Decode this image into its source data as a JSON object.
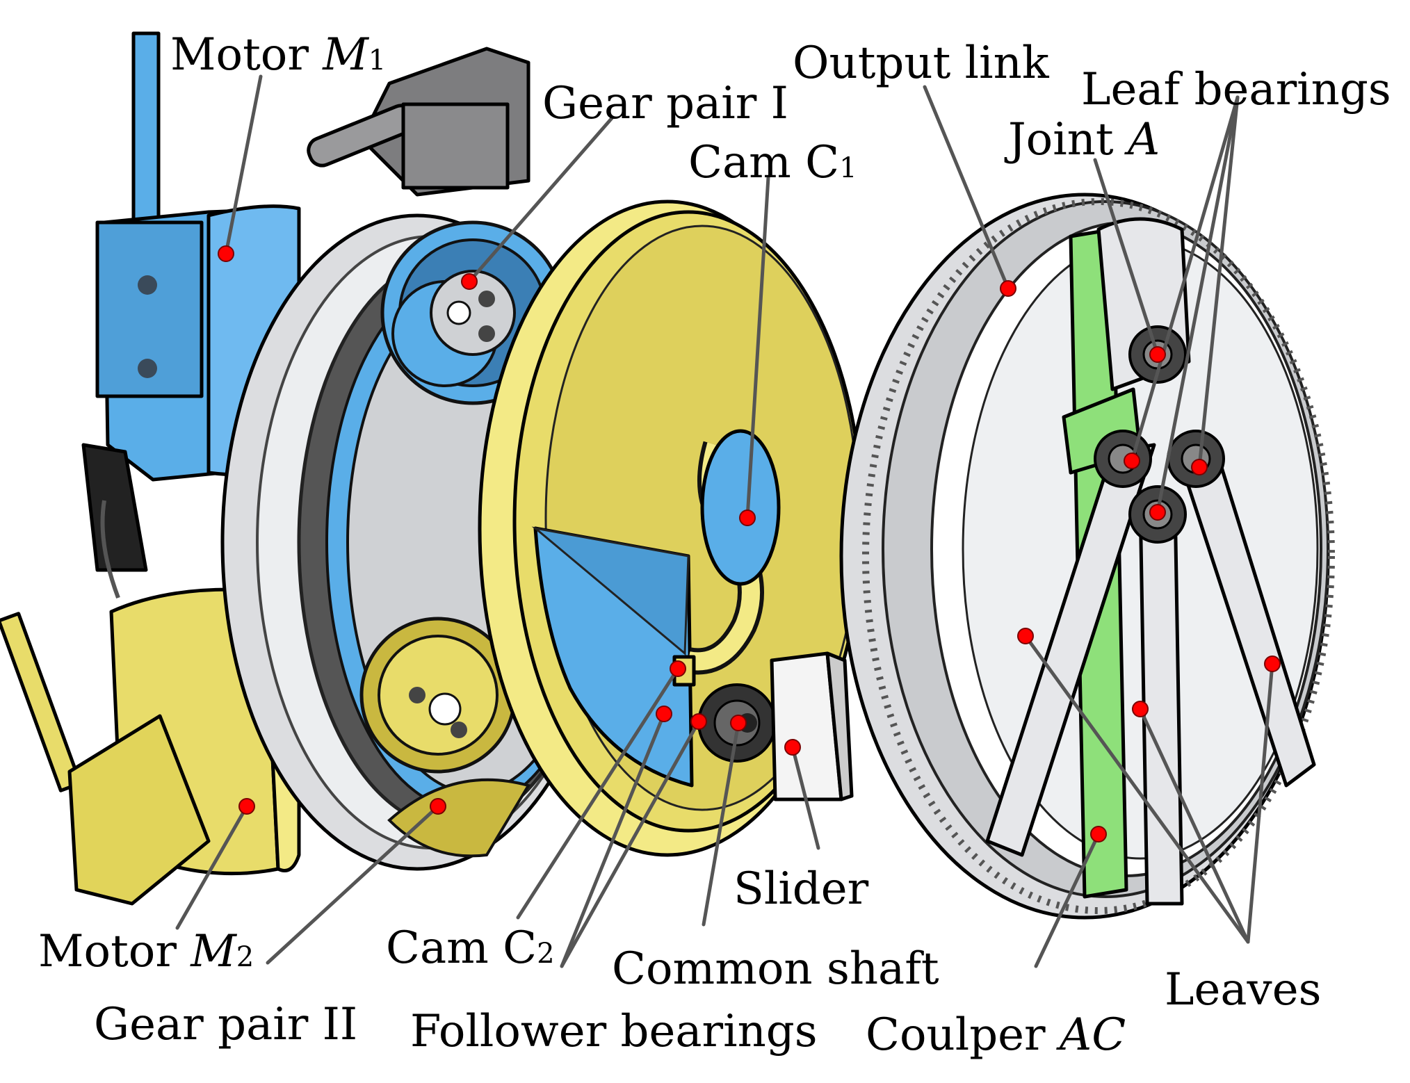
{
  "colors": {
    "blue_part": "#5aaee8",
    "yellow_part": "#e8dc6a",
    "light_yellow": "#f3ea86",
    "gray_housing": "#dcdde0",
    "dark_gray": "#7d7d7f",
    "green_coupler": "#8ee07a",
    "marker": "#ff0000"
  },
  "labels": {
    "motor_m1": {
      "text": "Motor ",
      "italic": "M",
      "sub": "1"
    },
    "motor_m2": {
      "text": "Motor ",
      "italic": "M",
      "sub": "2"
    },
    "gear_pair_1": {
      "text": "Gear pair I"
    },
    "gear_pair_2": {
      "text": "Gear pair II"
    },
    "cam_c1": {
      "text": "Cam ",
      "plain": "C",
      "sub": "1"
    },
    "cam_c2": {
      "text": "Cam ",
      "plain": "C",
      "sub": "2"
    },
    "output_link": {
      "text": "Output link"
    },
    "leaf_bearings": {
      "text": "Leaf bearings"
    },
    "joint_a": {
      "text": "Joint ",
      "italic": "A"
    },
    "slider": {
      "text": "Slider"
    },
    "common_shaft": {
      "text": "Common shaft"
    },
    "follower_bearings": {
      "text": "Follower bearings"
    },
    "coupler_ac": {
      "text": "Coulper ",
      "italic": "AC"
    },
    "leaves": {
      "text": "Leaves"
    }
  }
}
